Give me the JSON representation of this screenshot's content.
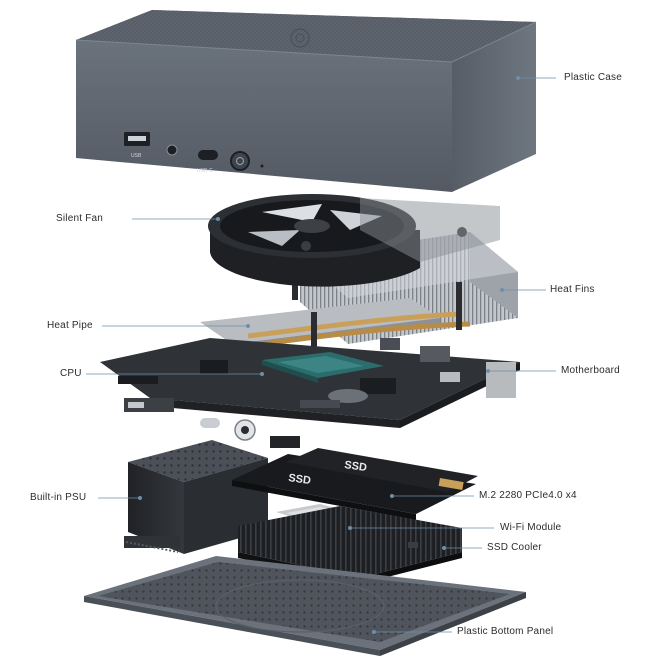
{
  "labels": {
    "plastic_case": "Plastic Case",
    "silent_fan": "Silent Fan",
    "heat_fins": "Heat Fins",
    "heat_pipe": "Heat Pipe",
    "cpu": "CPU",
    "motherboard": "Motherboard",
    "built_in_psu": "Built-in PSU",
    "m2_ssd": "M.2 2280 PCIe4.0 x4",
    "wifi_module": "Wi-Fi Module",
    "ssd_cooler": "SSD Cooler",
    "bottom_panel": "Plastic Bottom Panel"
  },
  "case_ports": {
    "usb": "USB",
    "usb_c": "USB-C"
  },
  "ssd_marking": "SSD",
  "colors": {
    "case": "#5f6670",
    "board": "#3a3d41",
    "leader": "#6f8fa8",
    "fins": "#b7bcc2",
    "copper": "#c9a05a",
    "chip": "#2f6b6a"
  }
}
